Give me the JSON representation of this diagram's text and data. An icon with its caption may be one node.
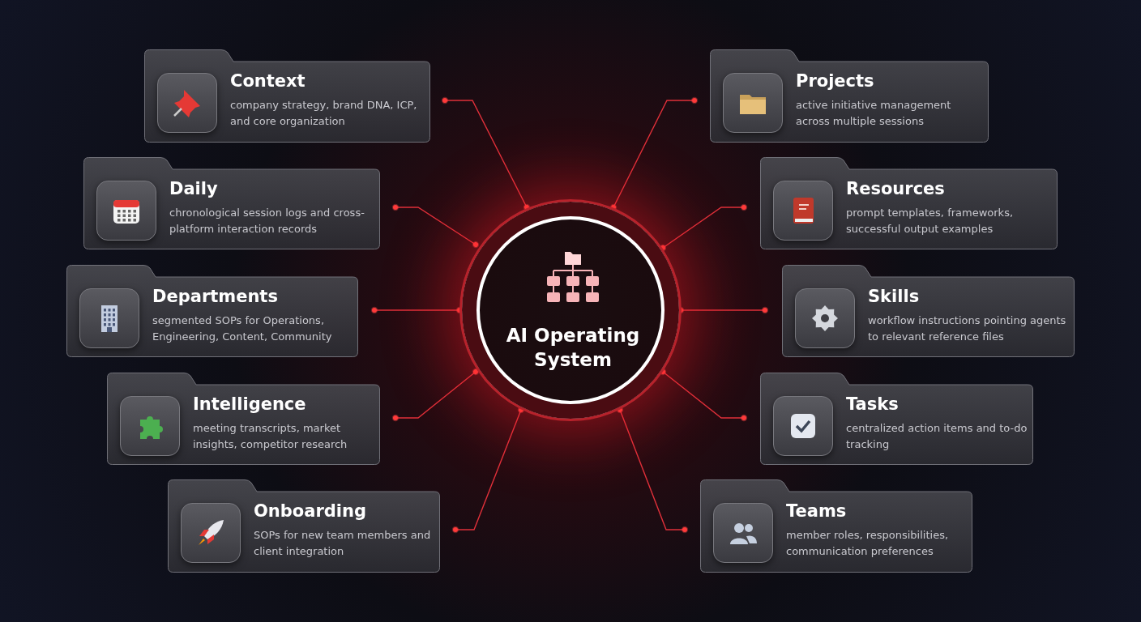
{
  "diagram": {
    "nodes": [
      {
        "text": [
          "AI Operating System"
        ]
      },
      {
        "text": [
          "Context",
          "company strategy, brand DNA, ICP, and core organization"
        ]
      },
      {
        "text": [
          "Daily",
          "chronological session logs and cross-platform interaction records"
        ]
      },
      {
        "text": [
          "Departments",
          "segmented SOPs for Operations, Engineering, Content, Community"
        ]
      },
      {
        "text": [
          "Intelligence",
          "meeting transcripts, market insights, competitor research"
        ]
      },
      {
        "text": [
          "Onboarding",
          "SOPs for new team members and client integration"
        ]
      },
      {
        "text": [
          "Projects",
          "active initiative management across multiple sessions"
        ]
      },
      {
        "text": [
          "Resources",
          "prompt templates, frameworks, successful output examples"
        ]
      },
      {
        "text": [
          "Skills",
          "workflow instructions pointing agents to relevant reference files"
        ]
      },
      {
        "text": [
          "Tasks",
          "centralized action items and to-do tracking"
        ]
      },
      {
        "text": [
          "Teams",
          "member roles, responsibilities, communication preferences"
        ]
      }
    ],
    "edges": [
      {
        "from": 0,
        "to": 1,
        "arrow": "other"
      },
      {
        "from": 0,
        "to": 2,
        "arrow": "other"
      },
      {
        "from": 0,
        "to": 3,
        "arrow": "other"
      },
      {
        "from": 0,
        "to": 4,
        "arrow": "other"
      },
      {
        "from": 0,
        "to": 5,
        "arrow": "other"
      },
      {
        "from": 0,
        "to": 6,
        "arrow": "other"
      },
      {
        "from": 0,
        "to": 7,
        "arrow": "other"
      },
      {
        "from": 0,
        "to": 8,
        "arrow": "other"
      },
      {
        "from": 0,
        "to": 9,
        "arrow": "other"
      },
      {
        "from": 0,
        "to": 10,
        "arrow": "other"
      }
    ]
  }
}
